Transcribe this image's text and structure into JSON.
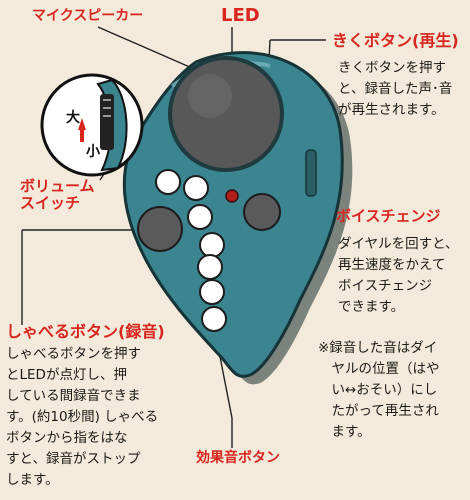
{
  "labels": {
    "mic_speaker": "マイクスピーカー",
    "led": "LED",
    "listen_button": "きくボタン(再生)",
    "volume_switch": "ボリューム\nスイッチ",
    "voice_change": "ボイスチェンジ",
    "talk_button": "しゃべるボタン(録音)",
    "effect_button": "効果音ボタン"
  },
  "descriptions": {
    "listen_button": "きくボタンを押す\nと、録音した声･音\nが再生されます。",
    "voice_change": "ダイヤルを回すと、\n再生速度をかえて\nボイスチェンジ\nできます。",
    "voice_note": "※録音した音はダイ\n　ヤルの位置（はや\n　い↔おそい）にし\n　たがって再生され\n　ます。",
    "talk_button": "しゃべるボタンを押す\nとLEDが点灯し、押\nしている間録音できま\nす。(約10秒間) しゃべる\nボタンから指をはな\nすと、録音がストップ\nします。"
  },
  "volume_marks": {
    "high": "大",
    "low": "小"
  },
  "colors": {
    "accent": "#d8251e",
    "body": "#3a8590",
    "background": "#f3eadb"
  }
}
